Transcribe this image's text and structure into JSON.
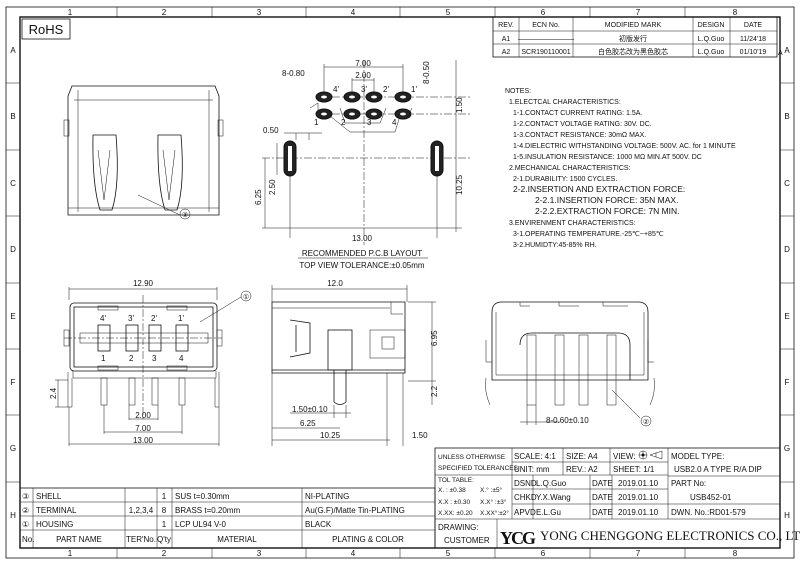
{
  "border": {
    "columns": [
      "1",
      "2",
      "3",
      "4",
      "5",
      "6",
      "7",
      "8"
    ],
    "rows": [
      "A",
      "B",
      "C",
      "D",
      "E",
      "F",
      "G",
      "H"
    ]
  },
  "rohs": "RoHS",
  "revision_table": {
    "headers": [
      "REV.",
      "ECN No.",
      "MODIFIED MARK",
      "DESIGN",
      "DATE"
    ],
    "rows": [
      [
        "A1",
        "————————",
        "初版发行",
        "L.Q.Guo",
        "11/24'18"
      ],
      [
        "A2",
        "SCR190110001",
        "白色胶芯改为黑色胶芯",
        "L.Q.Guo",
        "01/10'19"
      ]
    ],
    "rev_marker": "A"
  },
  "notes": [
    "NOTES:",
    "1.ELECTCAL CHARACTERISTICS:",
    "1-1.CONTACT CURRENT RATING:   1.5A.",
    "1-2.CONTACT VOLTAGE RATING: 30V. DC.",
    "1-3.CONTACT RESISTANCE: 30mΩ MAX.",
    "1-4.DIELECTRIC WITHSTANDING VOLTAGE: 500V. AC. for 1 MINUTE",
    "1-5.INSULATION RESISTANCE: 1000 MΩ MIN.AT 500V. DC",
    "2.MECHANICAL CHARACTERISTICS:",
    "2-1.DURABILITY: 1500 CYCLES.",
    "2-2.INSERTION AND EXTRACTION FORCE:",
    "2-2.1.INSERTION FORCE:     35N MAX.",
    "2-2.2.EXTRACTION FORCE:  7N MIN.",
    "3.ENVIRENMENT CHARACTERISTICS:",
    "3-1.OPERATING TEMPERATURE.-25℃~+85℃",
    "3-2.HUMIDTY:45-85% RH."
  ],
  "pcb_layout": {
    "title": "RECOMMENDED P.C.B LAYOUT",
    "subtitle": "TOP VIEW TOLERANCE:±0.05mm",
    "dims": {
      "pitch_outer": "7.00",
      "pitch_inner": "2.00",
      "pad_holes": "8-0.80",
      "pad_slot": "8-0.50",
      "row_spacing": "1.50",
      "depth": "10.25",
      "slot_width": "0.50",
      "slot_len": "2.50",
      "slot_offset": "6.25",
      "width": "13.00"
    },
    "top_pins": [
      "4'",
      "3'",
      "2'",
      "1'"
    ],
    "bottom_pins": [
      "1",
      "2",
      "3",
      "4"
    ]
  },
  "front_view": {
    "dims": {
      "width": "12.90",
      "leg": "2.4",
      "pitch_inner": "2.00",
      "pitch_outer": "7.00",
      "overall": "13.00"
    },
    "top_pins": [
      "4'",
      "3'",
      "2'",
      "1'"
    ],
    "bottom_pins": [
      "1",
      "2",
      "3",
      "4"
    ]
  },
  "side_view": {
    "dims": {
      "length": "12.0",
      "height": "6.95",
      "pin_len": "2.2",
      "tail": "1.50±0.10",
      "tail_pos": "6.25",
      "pin_pos": "10.25",
      "pin_gap": "1.50"
    }
  },
  "back_view": {
    "dims": {
      "pin_width": "8-0.60±0.10"
    }
  },
  "balloons": {
    "housing": "①",
    "terminal": "②",
    "shell": "③"
  },
  "parts_table": {
    "headers": [
      "No.",
      "PART NAME",
      "TER'No.",
      "Q'ty",
      "MATERIAL",
      "PLATING & COLOR"
    ],
    "rows": [
      [
        "③",
        "SHELL",
        "",
        "1",
        "SUS t=0.30mm",
        "NI-PLATING"
      ],
      [
        "②",
        "TERMINAL",
        "1,2,3,4",
        "8",
        "BRASS t=0.20mm",
        "Au(G.F)/Matte Tin-PLATING"
      ],
      [
        "①",
        "HOUSING",
        "",
        "1",
        "LCP UL94 V-0",
        "BLACK"
      ]
    ]
  },
  "title_block": {
    "unless_1": "UNLESS OTHERWISE",
    "unless_2": "SPECIFIED TOLERANCES",
    "scale": "SCALE: 4:1",
    "size": "SIZE:  A4",
    "view": "VIEW:",
    "unit": "UNIT:  mm",
    "rev": "REV.:  A2",
    "sheet": "SHEET:  1/1",
    "model_label": "MODEL TYPE:",
    "model": "USB2.0 A TYPE R/A DIP",
    "tol_title": "TOL TABLE:",
    "tol": [
      "X.   : ±0.38",
      "X.° :±5°",
      "X.X : ±0.30",
      "X.X° :±3°",
      "X.XX: ±0.20",
      "X.XX°:±2°"
    ],
    "signoffs": [
      {
        "role": "DSND",
        "name": "L.Q.Guo",
        "date_label": "DATE",
        "date": "2019.01.10"
      },
      {
        "role": "CHKD",
        "name": "Y.X.Wang",
        "date_label": "DATE",
        "date": "2019.01.10"
      },
      {
        "role": "APVD",
        "name": "E.L.Gu",
        "date_label": "DATE",
        "date": "2019.01.10"
      }
    ],
    "part_label": "PART No:",
    "part_no": "USB452-01",
    "dwn_no": "DWN. No.:RD01-579",
    "drawing_label": "DRAWING:",
    "drawing_value": "CUSTOMER",
    "logo": "YCG",
    "company": "YONG CHENGGONG ELECTRONICS CO., LTD."
  }
}
